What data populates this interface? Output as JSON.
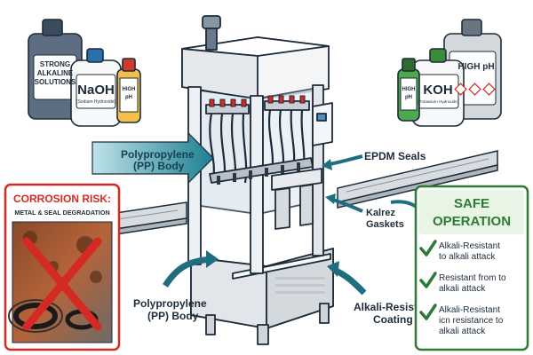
{
  "chemicals_left": {
    "jug_big_label": [
      "STRONG",
      "ALKALINE",
      "SOLUTIONS"
    ],
    "jug_naoh_title": "NaOH",
    "jug_naoh_sub": "(Sodium Hydroxide)",
    "bottle_label": [
      "HIGH",
      "pH"
    ]
  },
  "chemicals_right": {
    "bottle_label": [
      "HIGH",
      "pH"
    ],
    "jug_koh_title": "KOH",
    "jug_koh_sub": "(Potassium Hydroxide)",
    "jug_big_label": "HIGH pH"
  },
  "callouts": {
    "pp_body_top": [
      "Polypropylene",
      "(PP) Body"
    ],
    "epdm": "EPDM Seals",
    "kalrez": [
      "Kalrez",
      "Gaskets"
    ],
    "pp_body_bottom": [
      "Polypropylene",
      "(PP) Body"
    ],
    "coating": [
      "Alkali-Resistant",
      "Coating"
    ]
  },
  "corrosion": {
    "title": "CORROSION RISK:",
    "subtitle": "METAL & SEAL DEGRADATION"
  },
  "safe": {
    "title": [
      "SAFE",
      "OPERATION"
    ],
    "items": [
      [
        "Alkali-Resistant",
        "to alkali attack"
      ],
      [
        "Resistant from to",
        "alkali attack"
      ],
      [
        "Alkali-Resistant",
        "icn resistance to",
        "alkali attack"
      ]
    ]
  },
  "colors": {
    "teal_arrow": "#1e6e80",
    "danger_red": "#d42a23",
    "safe_green": "#2d7a35",
    "outline": "#1d2b3a"
  }
}
